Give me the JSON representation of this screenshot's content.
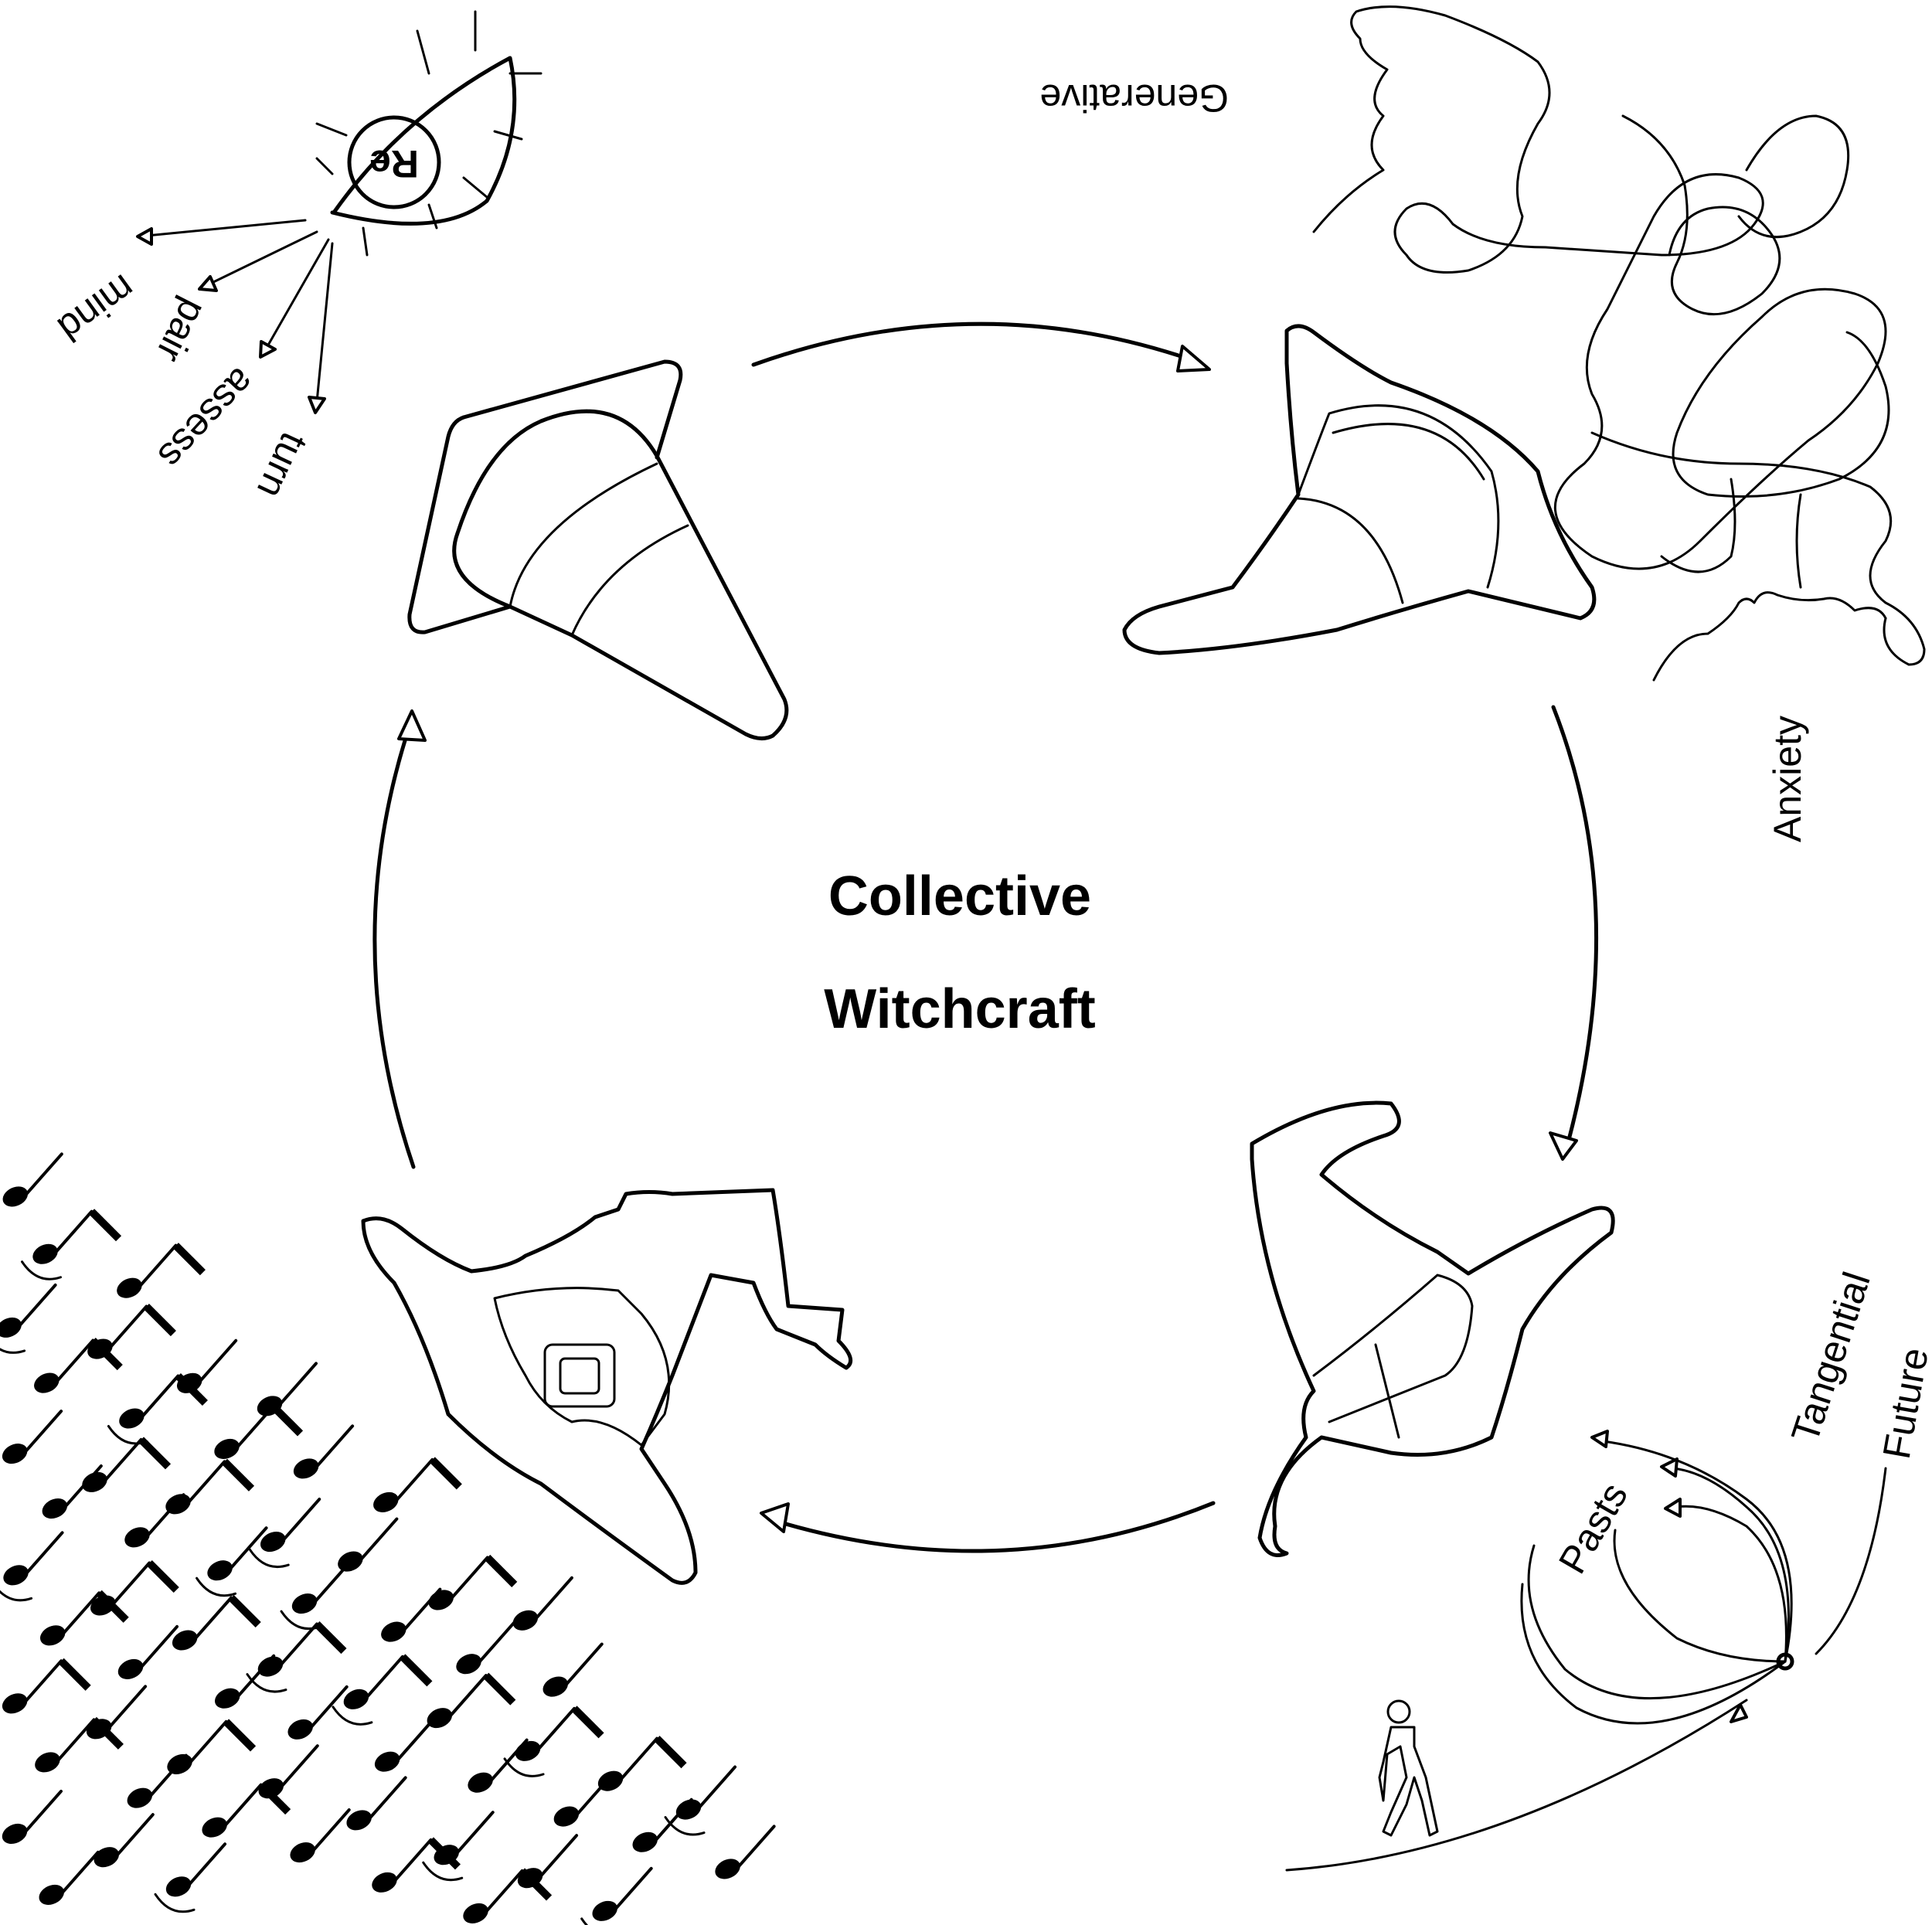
{
  "center": {
    "line1": "Collective",
    "line2": "Witchcraft"
  },
  "top_left": {
    "eye_label": "Re",
    "words": [
      "mind",
      "pair",
      "assess",
      "turn"
    ]
  },
  "top_right": {
    "label_top": "Generative",
    "label_side": "Anxiety"
  },
  "bottom_right": {
    "label_tangential": "Tangential",
    "label_future": "Future",
    "label_pasts": "Pasts"
  }
}
